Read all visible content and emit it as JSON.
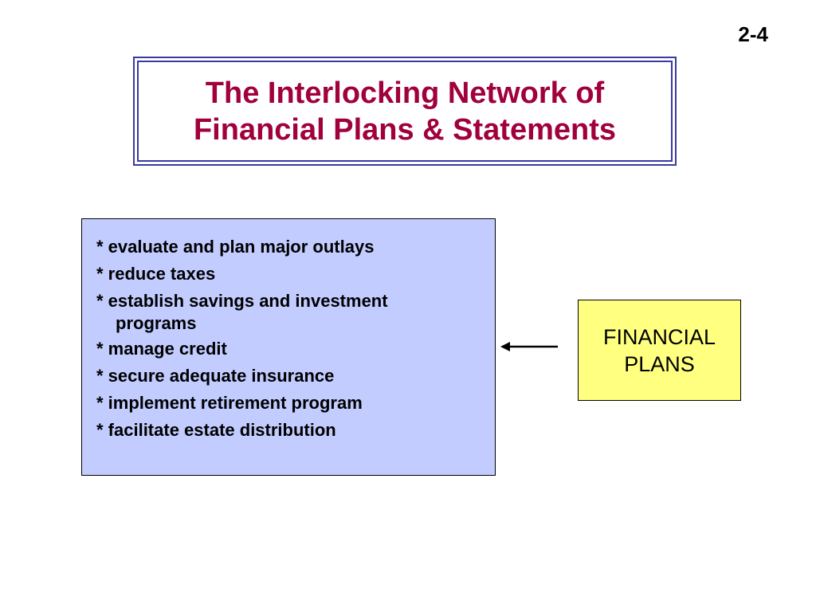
{
  "slide": {
    "number": "2-4",
    "title_lines": [
      "The Interlocking Network of",
      "Financial Plans & Statements"
    ]
  },
  "goals": {
    "items": [
      "* evaluate and plan major outlays",
      "* reduce taxes",
      "* establish savings and investment",
      "programs",
      "* manage credit",
      "* secure adequate insurance",
      "* implement retirement program",
      "* facilitate estate distribution"
    ]
  },
  "plans_box": {
    "lines": [
      "FINANCIAL",
      "PLANS"
    ]
  },
  "colors": {
    "title": "#a0003c",
    "title_frame": "#3a3aa0",
    "goals_fill": "#c2ccff",
    "plans_fill": "#ffff80"
  },
  "icons": {
    "connector": "arrow-left-icon"
  }
}
